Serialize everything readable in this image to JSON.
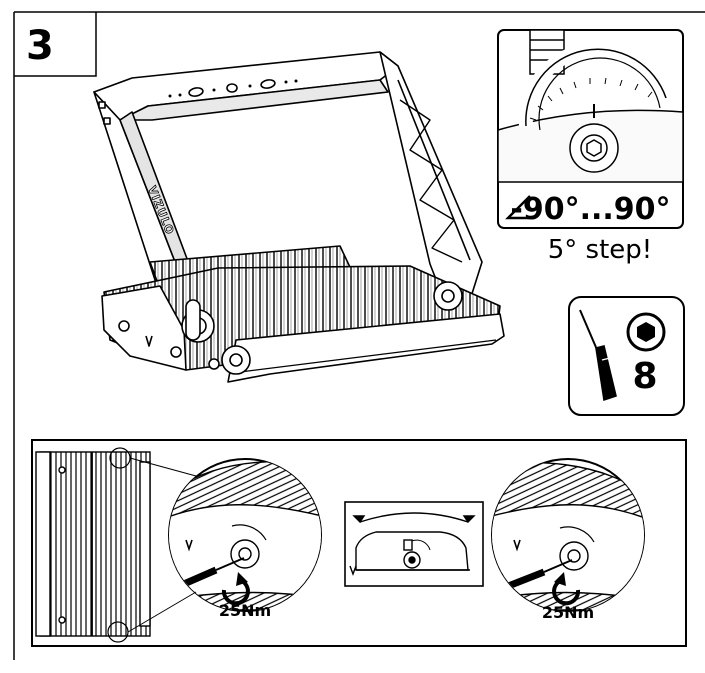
{
  "step": {
    "number": "3"
  },
  "angle_detail": {
    "range_label": "-90°...90°",
    "step_note": "5° step!"
  },
  "tools": {
    "hex_size": "8",
    "tool_icon": "screwdriver-icon",
    "hex_icon": "hex-bit-icon"
  },
  "torque": {
    "left_label": "25Nm",
    "right_label": "25Nm"
  },
  "colors": {
    "line": "#000000",
    "background": "#ffffff",
    "detail_fill": "#f2f2f2"
  }
}
